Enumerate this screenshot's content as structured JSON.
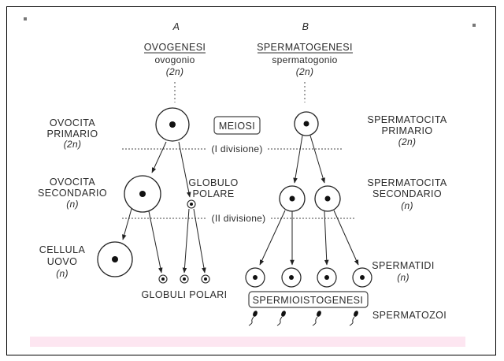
{
  "columns": {
    "a_letter": "A",
    "b_letter": "B",
    "a_title": "OVOGENESI",
    "a_subtitle": "ovogonio",
    "a_ploidy": "(2n)",
    "b_title": "SPERMATOGENESI",
    "b_subtitle": "spermatogonio",
    "b_ploidy": "(2n)"
  },
  "left_labels": {
    "ovocita_primario_1": "OVOCITA",
    "ovocita_primario_2": "PRIMARIO",
    "ovocita_primario_ploidy": "(2n)",
    "ovocita_secondario_1": "OVOCITA",
    "ovocita_secondario_2": "SECONDARIO",
    "ovocita_secondario_ploidy": "(n)",
    "cellula_uovo_1": "CELLULA",
    "cellula_uovo_2": "UOVO",
    "cellula_uovo_ploidy": "(n)",
    "globulo_polare_1": "GLOBULO",
    "globulo_polare_2": "POLARE",
    "globuli_polari": "GLOBULI POLARI"
  },
  "center_labels": {
    "meiosi": "MEIOSI",
    "prima_divisione": "(I divisione)",
    "seconda_divisione": "(II divisione)",
    "spermioistogenesi": "SPERMIOISTOGENESI"
  },
  "right_labels": {
    "spermatocita_primario_1": "SPERMATOCITA",
    "spermatocita_primario_2": "PRIMARIO",
    "spermatocita_primario_ploidy": "(2n)",
    "spermatocita_secondario_1": "SPERMATOCITA",
    "spermatocita_secondario_2": "SECONDARIO",
    "spermatocita_secondario_ploidy": "(n)",
    "spermatidi": "SPERMATIDI",
    "spermatidi_ploidy": "(n)",
    "spermatozoi": "SPERMATOZOI"
  }
}
